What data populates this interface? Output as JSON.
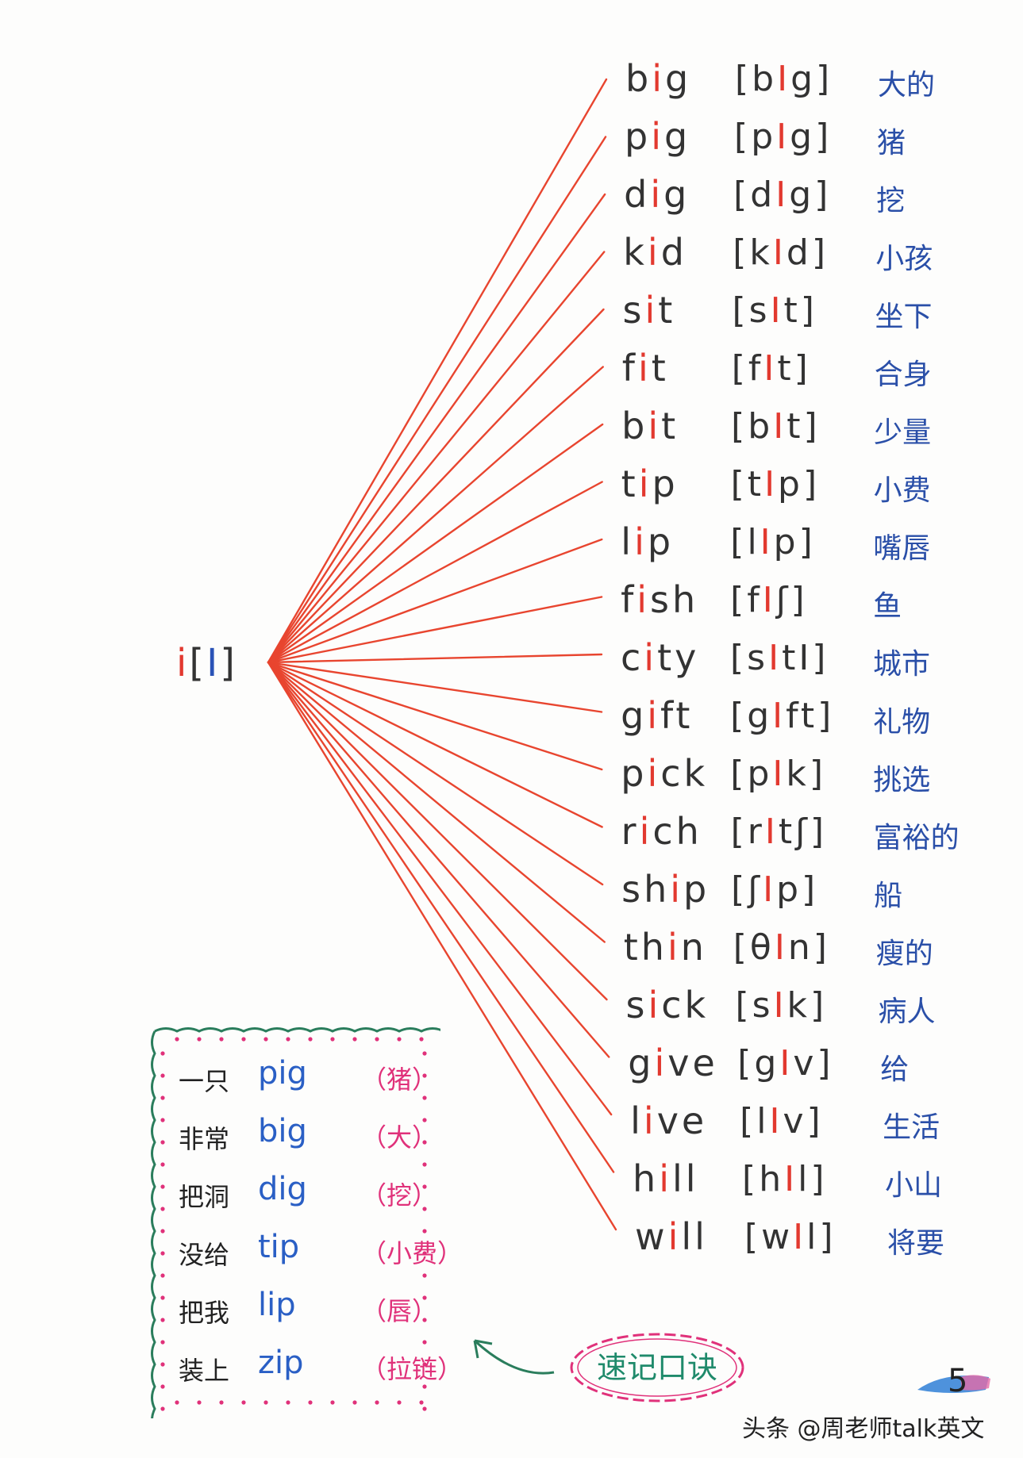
{
  "root": {
    "letter": "i",
    "bracket_open": "[",
    "ipa": "I",
    "bracket_close": "]"
  },
  "words": [
    {
      "pre": "b",
      "hl": "i",
      "post": "g",
      "ipa_pre": "[b",
      "ipa_hl": "I",
      "ipa_post": "g]",
      "meaning": "大的"
    },
    {
      "pre": "p",
      "hl": "i",
      "post": "g",
      "ipa_pre": "[p",
      "ipa_hl": "I",
      "ipa_post": "g]",
      "meaning": "猪"
    },
    {
      "pre": "d",
      "hl": "i",
      "post": "g",
      "ipa_pre": "[d",
      "ipa_hl": "I",
      "ipa_post": "g]",
      "meaning": "挖"
    },
    {
      "pre": "k",
      "hl": "i",
      "post": "d",
      "ipa_pre": "[k",
      "ipa_hl": "I",
      "ipa_post": "d]",
      "meaning": "小孩"
    },
    {
      "pre": "s",
      "hl": "i",
      "post": "t",
      "ipa_pre": "[s",
      "ipa_hl": "I",
      "ipa_post": "t]",
      "meaning": "坐下"
    },
    {
      "pre": "f",
      "hl": "i",
      "post": "t",
      "ipa_pre": "[f",
      "ipa_hl": "I",
      "ipa_post": "t]",
      "meaning": "合身"
    },
    {
      "pre": "b",
      "hl": "i",
      "post": "t",
      "ipa_pre": "[b",
      "ipa_hl": "I",
      "ipa_post": "t]",
      "meaning": "少量"
    },
    {
      "pre": "t",
      "hl": "i",
      "post": "p",
      "ipa_pre": "[t",
      "ipa_hl": "I",
      "ipa_post": "p]",
      "meaning": "小费"
    },
    {
      "pre": "l",
      "hl": "i",
      "post": "p",
      "ipa_pre": "[l",
      "ipa_hl": "I",
      "ipa_post": "p]",
      "meaning": "嘴唇"
    },
    {
      "pre": "f",
      "hl": "i",
      "post": "sh",
      "ipa_pre": "[f",
      "ipa_hl": "I",
      "ipa_post": "ʃ]",
      "meaning": "鱼"
    },
    {
      "pre": "c",
      "hl": "i",
      "post": "ty",
      "ipa_pre": "[s",
      "ipa_hl": "I",
      "ipa_post": "tI]",
      "meaning": "城市"
    },
    {
      "pre": "g",
      "hl": "i",
      "post": "ft",
      "ipa_pre": "[g",
      "ipa_hl": "I",
      "ipa_post": "ft]",
      "meaning": "礼物"
    },
    {
      "pre": "p",
      "hl": "i",
      "post": "ck",
      "ipa_pre": "[p",
      "ipa_hl": "I",
      "ipa_post": "k]",
      "meaning": "挑选"
    },
    {
      "pre": "r",
      "hl": "i",
      "post": "ch",
      "ipa_pre": "[r",
      "ipa_hl": "I",
      "ipa_post": "tʃ]",
      "meaning": "富裕的"
    },
    {
      "pre": "sh",
      "hl": "i",
      "post": "p",
      "ipa_pre": "[ʃ",
      "ipa_hl": "I",
      "ipa_post": "p]",
      "meaning": "船"
    },
    {
      "pre": "th",
      "hl": "i",
      "post": "n",
      "ipa_pre": "[θ",
      "ipa_hl": "I",
      "ipa_post": "n]",
      "meaning": "瘦的"
    },
    {
      "pre": "s",
      "hl": "i",
      "post": "ck",
      "ipa_pre": "[s",
      "ipa_hl": "I",
      "ipa_post": "k]",
      "meaning": "病人"
    },
    {
      "pre": "g",
      "hl": "i",
      "post": "ve",
      "ipa_pre": "[g",
      "ipa_hl": "I",
      "ipa_post": "v]",
      "meaning": "给"
    },
    {
      "pre": "l",
      "hl": "i",
      "post": "ve",
      "ipa_pre": "[l",
      "ipa_hl": "I",
      "ipa_post": "v]",
      "meaning": "生活"
    },
    {
      "pre": "h",
      "hl": "i",
      "post": "ll",
      "ipa_pre": "[h",
      "ipa_hl": "I",
      "ipa_post": "l]",
      "meaning": "小山"
    },
    {
      "pre": "w",
      "hl": "i",
      "post": "ll",
      "ipa_pre": "[w",
      "ipa_hl": "I",
      "ipa_post": "l]",
      "meaning": "将要"
    }
  ],
  "rhyme": [
    {
      "pre": "一只",
      "en": "pig",
      "zh": "（猪）"
    },
    {
      "pre": "非常",
      "en": "big",
      "zh": "（大）"
    },
    {
      "pre": "把洞",
      "en": "dig",
      "zh": "（挖）"
    },
    {
      "pre": "没给",
      "en": "tip",
      "zh": "（小费）"
    },
    {
      "pre": "把我",
      "en": "lip",
      "zh": "（唇）"
    },
    {
      "pre": "装上",
      "en": "zip",
      "zh": "（拉链）"
    }
  ],
  "bubble_label": "速记口诀",
  "page_number": "5",
  "watermark": "头条 @周老师talk英文",
  "colors": {
    "line": "#e8452f",
    "box_border": "#2a7d5c",
    "box_dots": "#e0317a",
    "bubble_border": "#e0317a",
    "meaning": "#2a4fa8"
  }
}
